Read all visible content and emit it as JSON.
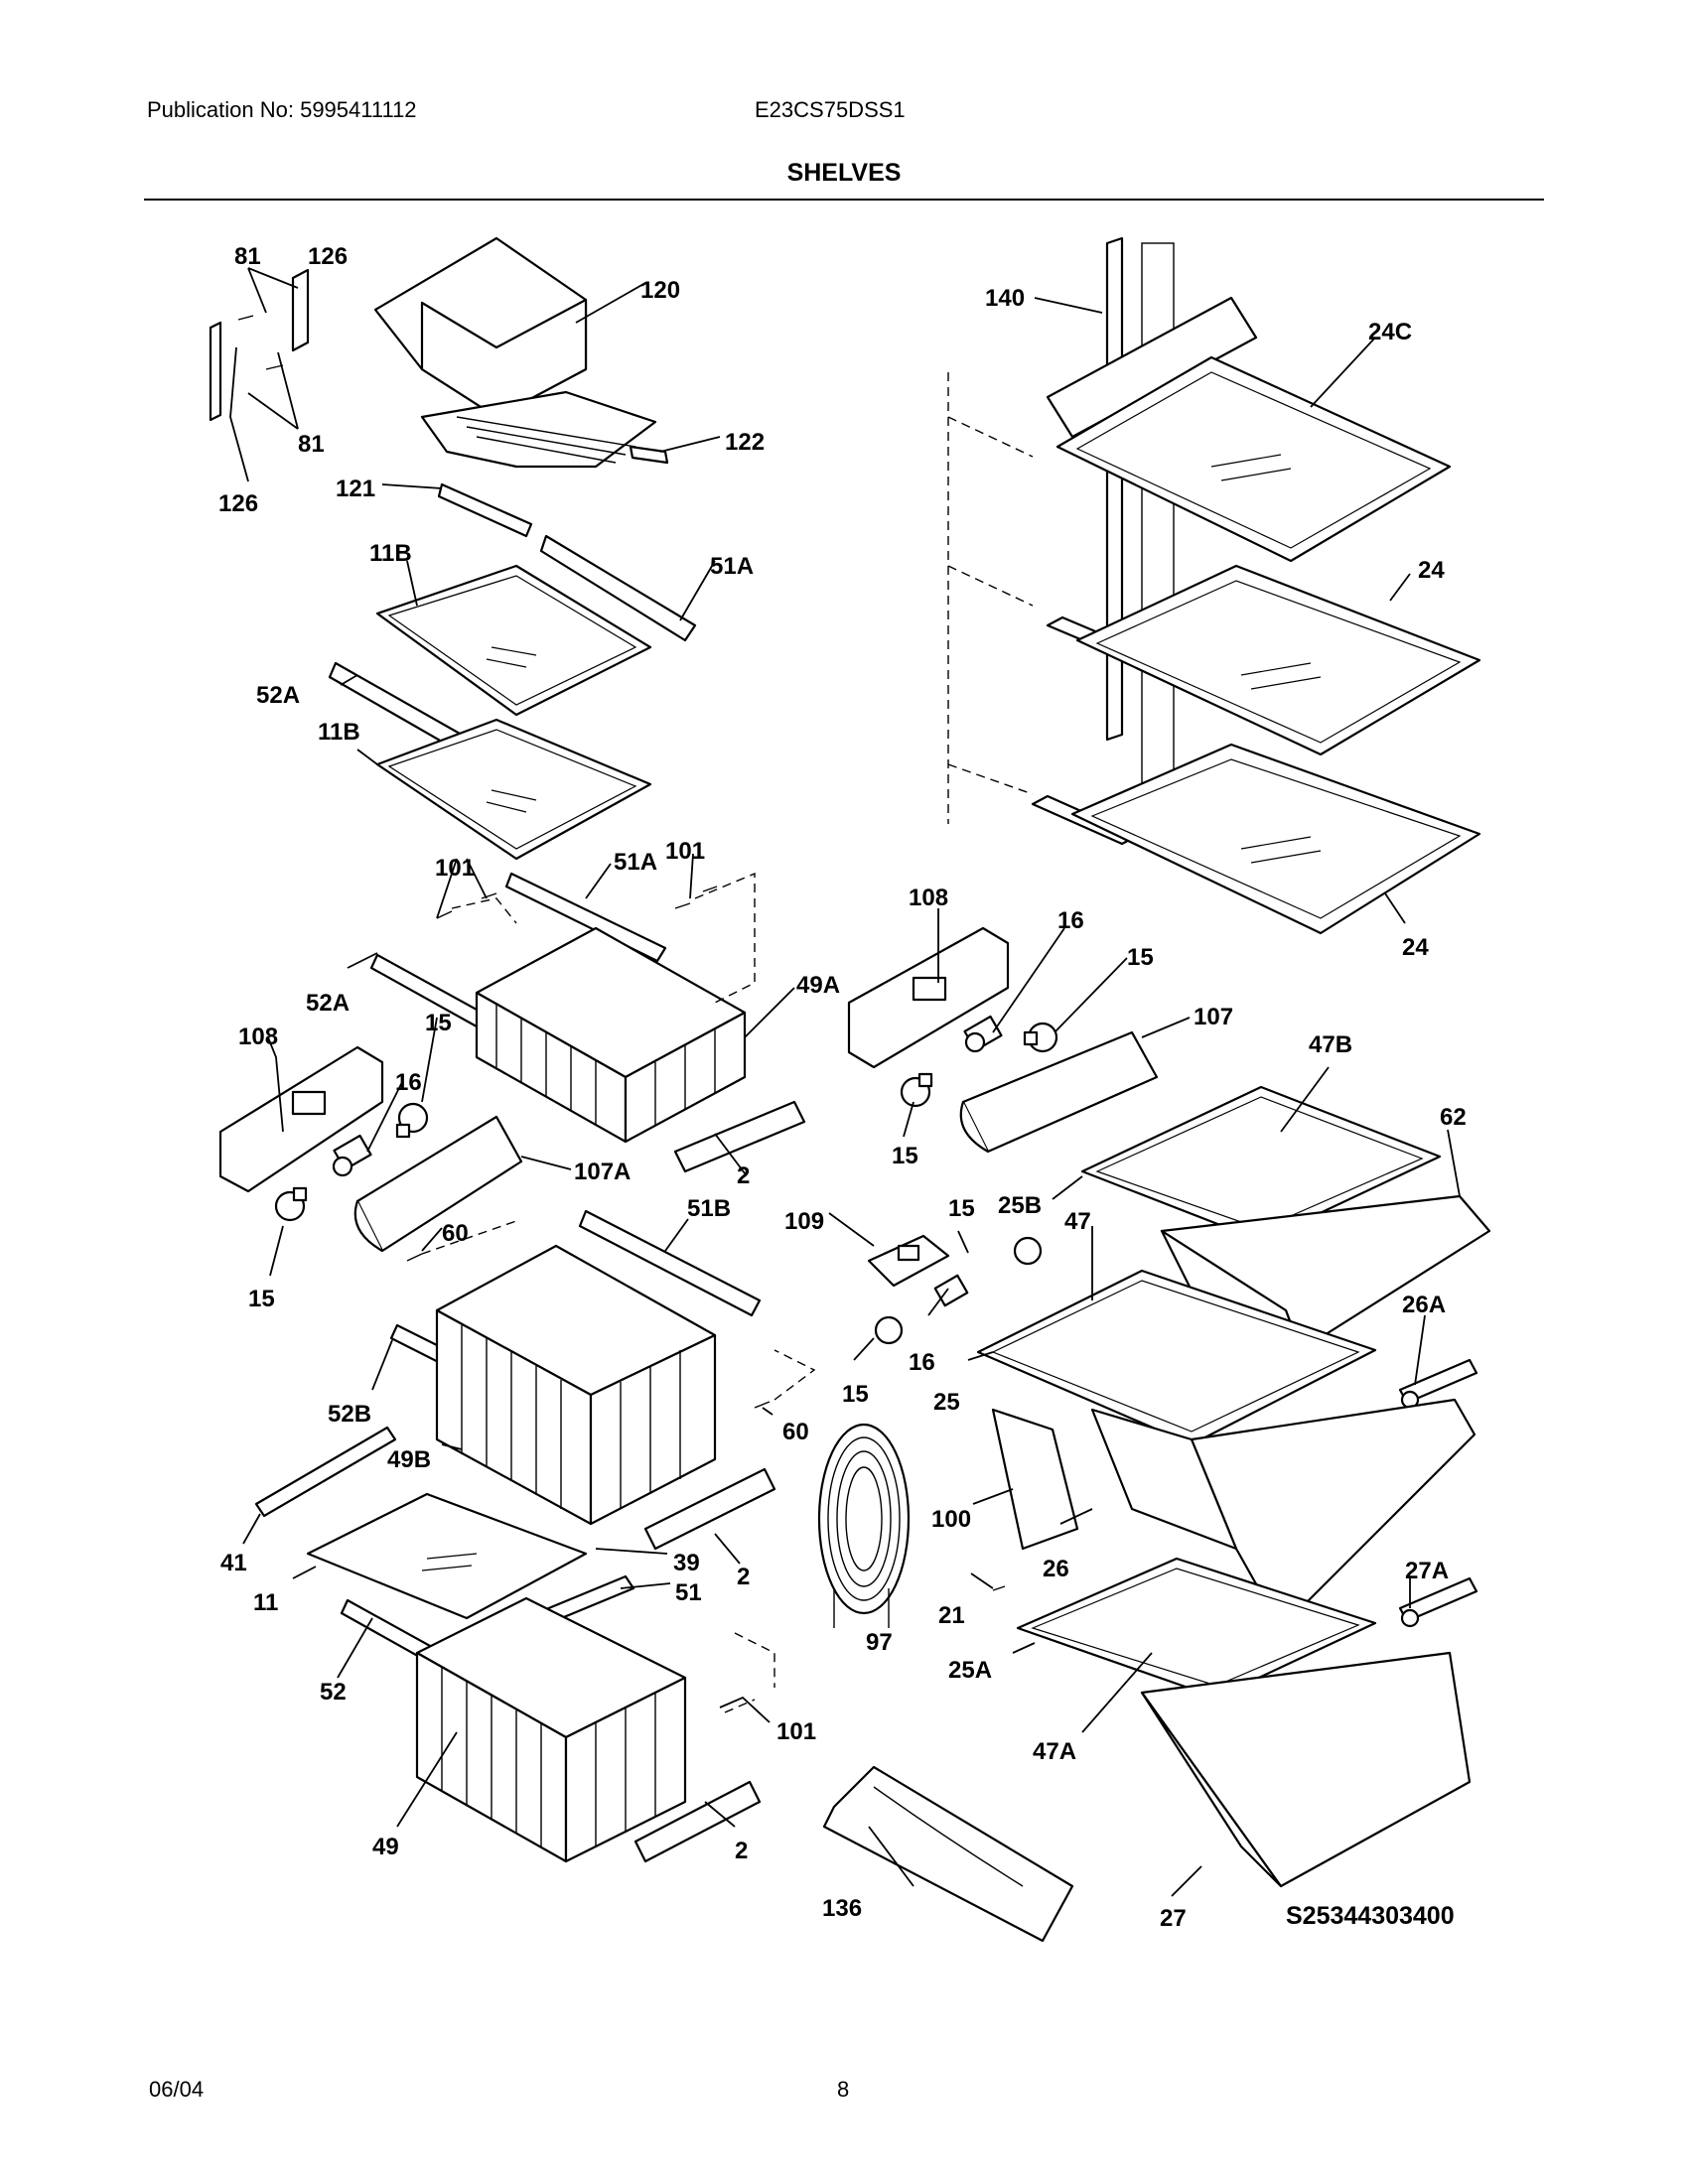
{
  "header": {
    "publication": "Publication No: 5995411112",
    "model": "E23CS75DSS1",
    "section_title": "SHELVES"
  },
  "footer": {
    "date": "06/04",
    "page": "8"
  },
  "diagram": {
    "drawing_code": "S25344303400",
    "callouts": {
      "c81a": "81",
      "c126a": "126",
      "c120": "120",
      "c81b": "81",
      "c122": "122",
      "c126b": "126",
      "c121": "121",
      "c11Ba": "11B",
      "c51Aa": "51A",
      "c52Aa": "52A",
      "c11Bb": "11B",
      "c101a": "101",
      "c51Ab": "51A",
      "c101b": "101",
      "c52Ab": "52A",
      "c49A": "49A",
      "c108a": "108",
      "c15a": "15",
      "c16a": "16",
      "c107A": "107A",
      "c2a": "2",
      "c15b": "15",
      "c60a": "60",
      "c51B": "51B",
      "c52B": "52B",
      "c60b": "60",
      "c49B": "49B",
      "c41": "41",
      "c11": "11",
      "c39": "39",
      "c2b": "2",
      "c51": "51",
      "c52": "52",
      "c101c": "101",
      "c49": "49",
      "c2c": "2",
      "c140": "140",
      "c24C": "24C",
      "c24a": "24",
      "c24b": "24",
      "c108b": "108",
      "c16b": "16",
      "c15c": "15",
      "c107": "107",
      "c15d": "15",
      "c47B": "47B",
      "c62": "62",
      "c109": "109",
      "c15e": "15",
      "c25B": "25B",
      "c47": "47",
      "c16c": "16",
      "c15f": "15",
      "c26A": "26A",
      "c25": "25",
      "c100": "100",
      "c26": "26",
      "c21": "21",
      "c97": "97",
      "c27A": "27A",
      "c25A": "25A",
      "c47A": "47A",
      "c136": "136",
      "c27": "27"
    }
  }
}
